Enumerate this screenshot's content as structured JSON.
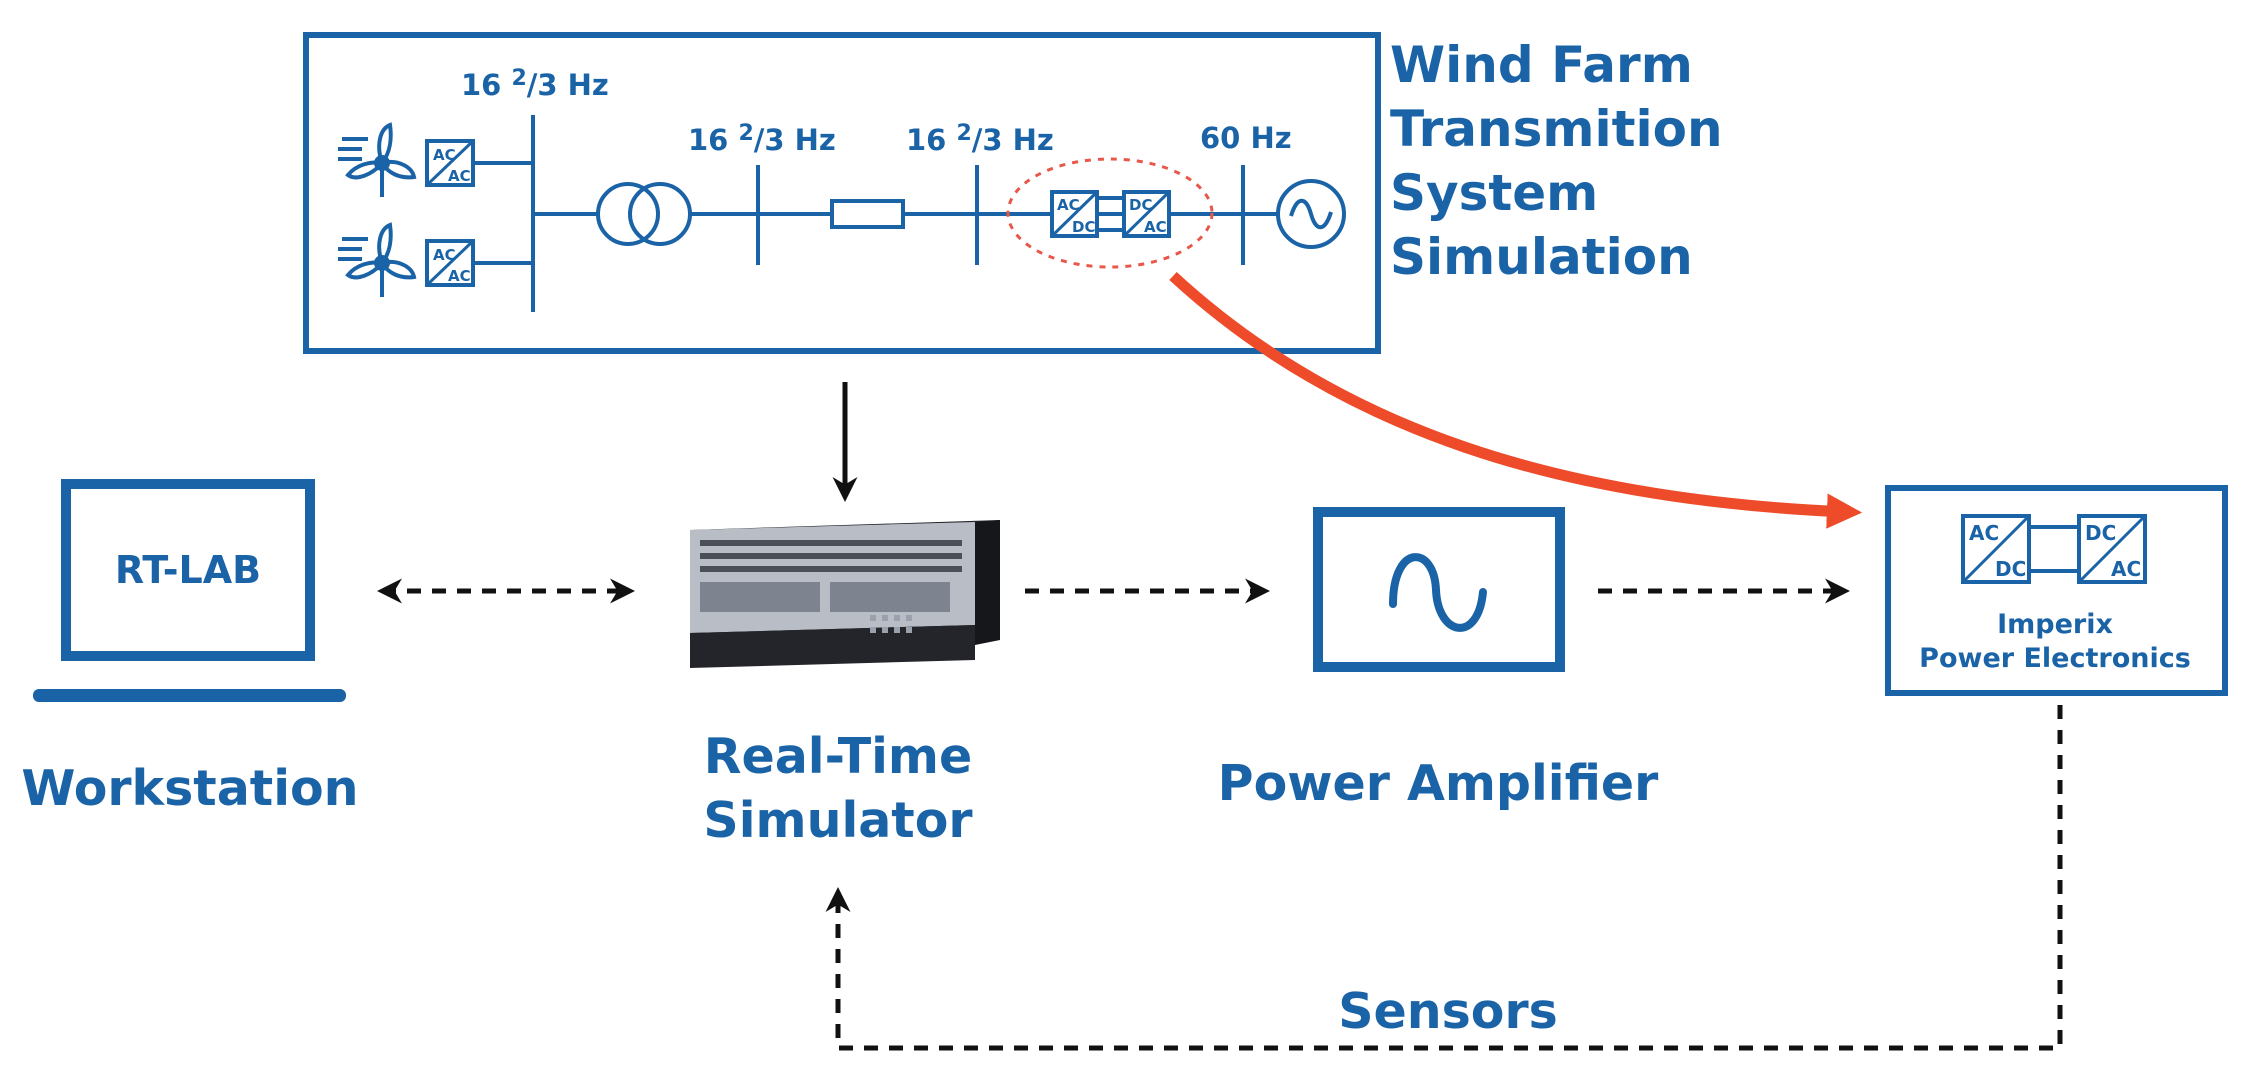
{
  "colors": {
    "primary": "#1a63a6",
    "arrow_highlight": "#ee4b2b",
    "selection_ring": "#e8584a",
    "dark": "#111111",
    "device_body": "#23252b",
    "device_front": "#b9bec6"
  },
  "system_panel": {
    "title_lines": [
      "Wind Farm",
      "Transmition",
      "System",
      "Simulation"
    ],
    "bus1_freq": {
      "base": "16 ",
      "sup": "2",
      "tail": "/3 Hz"
    },
    "bus2_freq": {
      "base": "16 ",
      "sup": "2",
      "tail": "/3 Hz"
    },
    "bus3_freq": {
      "base": "16 ",
      "sup": "2",
      "tail": "/3 Hz"
    },
    "grid_freq": "60 Hz",
    "icons": [
      "wind-turbine-icon",
      "transformer-icon",
      "impedance-icon",
      "ac-source-icon"
    ],
    "converter_labels": {
      "turbine_top": "AC",
      "turbine_bottom": "AC",
      "rect_top": "AC",
      "rect_bottom": "DC",
      "inv_top": "DC",
      "inv_bottom": "AC"
    }
  },
  "workstation": {
    "screen_text": "RT-LAB",
    "label": "Workstation",
    "icon": "laptop-icon"
  },
  "simulator": {
    "label_lines": [
      "Real-Time",
      "Simulator"
    ],
    "icon": "simulator-rack-icon"
  },
  "amplifier": {
    "label": "Power Amplifier",
    "icon": "sine-wave-icon"
  },
  "imperix": {
    "label_lines": [
      "Imperix",
      "Power Electronics"
    ],
    "converter_labels": {
      "rect_top": "AC",
      "rect_bottom": "DC",
      "inv_top": "DC",
      "inv_bottom": "AC"
    }
  },
  "sensors": {
    "label": "Sensors"
  }
}
